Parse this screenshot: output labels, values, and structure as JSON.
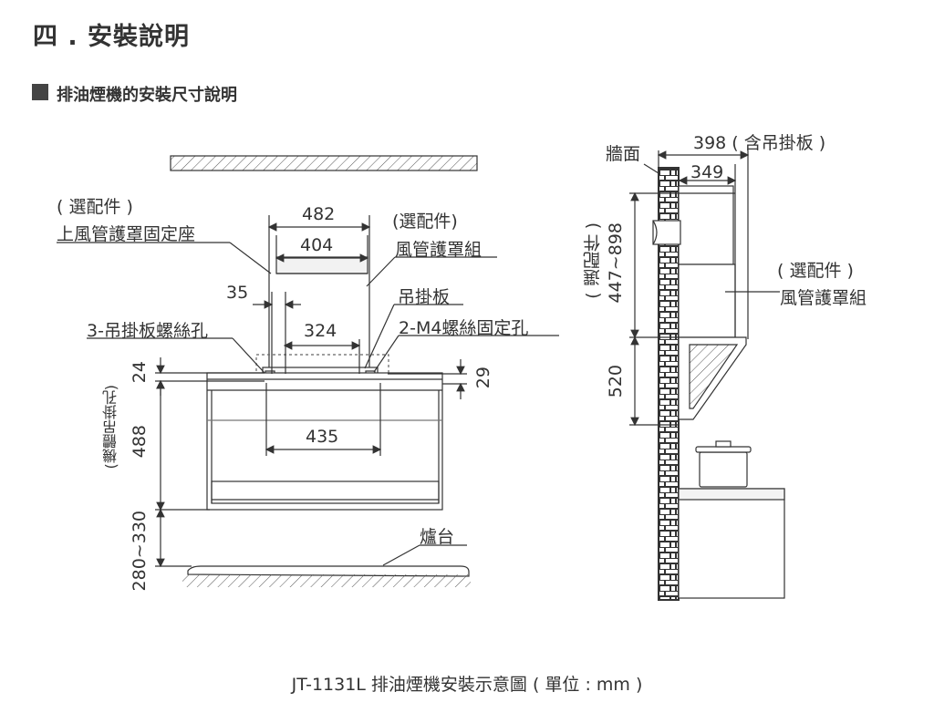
{
  "section_title": "四 . 安裝說明",
  "subsection_title": "排油煙機的安裝尺寸說明",
  "caption": "JT-1131L 排油煙機安裝示意圖 ( 單位 :  mm )",
  "front_view": {
    "labels": {
      "optional_1": "( 選配件 )",
      "upper_duct_mount": "上風管護罩固定座",
      "optional_2": "(選配件)",
      "duct_cover_set": "風管護罩組",
      "hanging_plate": "吊掛板",
      "plate_screw_holes": "3-吊掛板螺絲孔",
      "m4_screw_holes": "2-M4螺絲固定孔",
      "machine_holes": "(機體吊掛孔)",
      "stove": "爐台"
    },
    "dimensions": {
      "d482": "482",
      "d404": "404",
      "d35": "35",
      "d324": "324",
      "d435": "435",
      "d24": "24",
      "d29": "29",
      "d488": "488",
      "d280_330": "280~330"
    }
  },
  "side_view": {
    "labels": {
      "wall": "牆面",
      "optional": "( 選配件 )",
      "duct_cover_set": "風管護罩組",
      "optional_vertical": "( 選配件 )"
    },
    "dimensions": {
      "d398": "398 ( 含吊掛板 )",
      "d349": "349",
      "d447_898": "447~898",
      "d520": "520"
    }
  }
}
